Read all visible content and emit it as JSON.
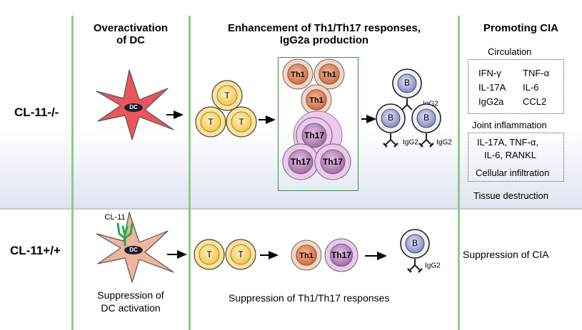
{
  "rows": {
    "top_label": "CL-11-/-",
    "bottom_label": "CL-11+/+"
  },
  "headers": {
    "col1_line1": "Overactivation",
    "col1_line2": "of DC",
    "col2_line1": "Enhancement of Th1/Th17 responses,",
    "col2_line2": "IgG2a production",
    "col3": "Promoting CIA"
  },
  "cells": {
    "dc": "DC",
    "t": "T",
    "th1": "Th1",
    "th17": "Th17",
    "b": "B",
    "igg2": "IgG2",
    "cl11": "CL-11"
  },
  "circulation": {
    "title": "Circulation",
    "left": [
      "IFN-γ",
      "IL-17A",
      "IgG2a"
    ],
    "right": [
      "TNF-α",
      "IL-6",
      "CCL2"
    ]
  },
  "joint": {
    "title": "Joint inflammation",
    "line1": "IL-17A, TNF-α,",
    "line2": "IL-6, RANKL",
    "line3": "Cellular infiltration"
  },
  "tissue": "Tissue destruction",
  "bottom": {
    "dc_line1": "Suppression of",
    "dc_line2": "DC activation",
    "th": "Suppression of Th1/Th17 responses",
    "cia": "Suppression of CIA"
  },
  "colors": {
    "dc_ko": "#e8565c",
    "dc_wt": "#f0b59a",
    "t_cell": "#f2c44e",
    "th1": "#cf6b3c",
    "th17": "#a46aa6",
    "b_cell": "#9c9ccf",
    "divider": "#8ecb87",
    "cl11": "#2aa84a"
  }
}
